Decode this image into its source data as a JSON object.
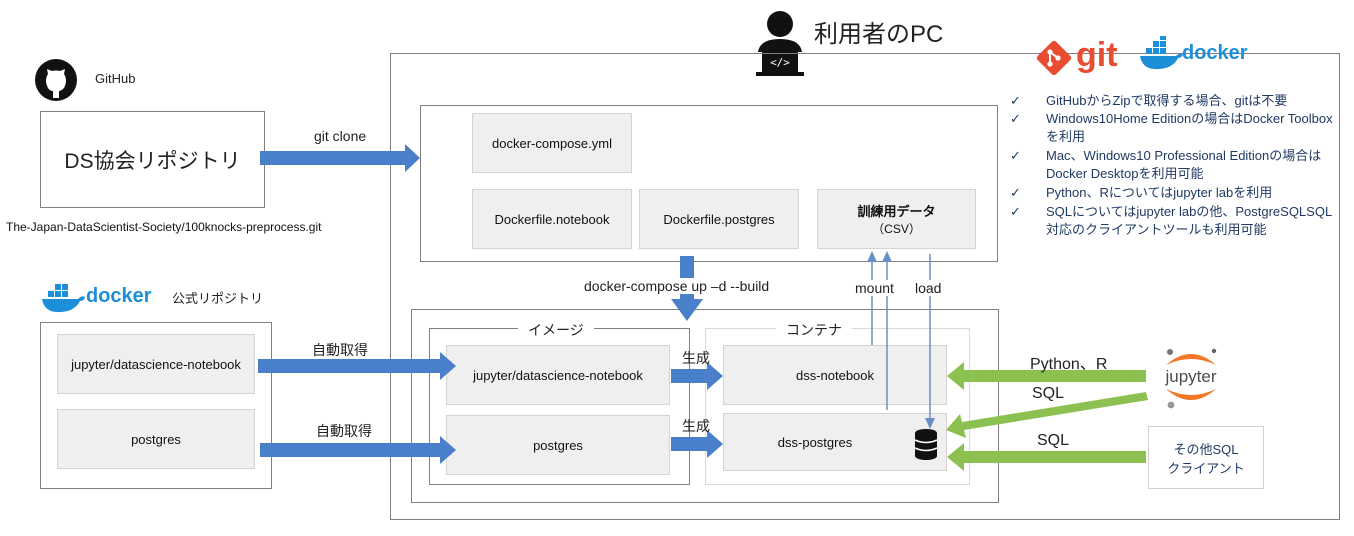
{
  "pc_title": "利用者のPC",
  "github": {
    "label": "GitHub",
    "repo_name": "DS協会リポジトリ",
    "repo_url": "The-Japan-DataScientist-Society/100knocks-preprocess.git"
  },
  "docker_official": {
    "logo_text": "docker",
    "label": "公式リポジトリ",
    "images": [
      "jupyter/datascience-notebook",
      "postgres"
    ]
  },
  "logos": {
    "git": "git",
    "docker": "docker",
    "jupyter": "jupyter"
  },
  "files": {
    "compose": "docker-compose.yml",
    "notebook": "Dockerfile.notebook",
    "postgres": "Dockerfile.postgres",
    "training_title": "訓練用データ",
    "training_sub": "（CSV）"
  },
  "arrows": {
    "git_clone": "git clone",
    "compose_up": "docker-compose up –d --build",
    "mount": "mount",
    "load": "load",
    "auto_fetch": [
      "自動取得",
      "自動取得"
    ],
    "generate": [
      "生成",
      "生成"
    ],
    "python_r": "Python、R",
    "sql1": "SQL",
    "sql2": "SQL"
  },
  "images_section": {
    "title": "イメージ",
    "items": [
      "jupyter/datascience-notebook",
      "postgres"
    ]
  },
  "containers_section": {
    "title": "コンテナ",
    "items": [
      "dss-notebook",
      "dss-postgres"
    ]
  },
  "other_client": [
    "その他SQL",
    "クライアント"
  ],
  "notes": [
    "GitHubからZipで取得する場合、gitは不要",
    "Windows10Home Editionの場合はDocker Toolboxを利用",
    "Mac、Windows10 Professional Editionの場合はDocker Desktopを利用可能",
    "Python、Rについてはjupyter labを利用",
    "SQLについてはjupyter labの他、PostgreSQLSQL対応のクライアントツールも利用可能"
  ],
  "note_check": "✓",
  "colors": {
    "blue_arrow": "#4a7fc9",
    "green_arrow": "#8cc152",
    "git_red": "#e84d31",
    "docker_blue": "#1d8fd8",
    "jupyter_orange": "#f37726"
  },
  "icons": [
    "github-icon",
    "user-laptop-icon",
    "git-logo-icon",
    "docker-whale-icon",
    "jupyter-logo-icon",
    "database-icon"
  ]
}
